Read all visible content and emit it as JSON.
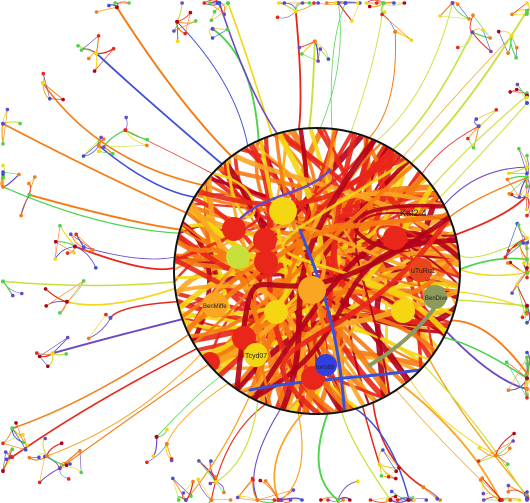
{
  "graph": {
    "lens_labels": [
      "Kat2·4",
      "uTuRu1",
      "BenDive",
      "Ioris88",
      "Tcyd07",
      "BenMiffe"
    ],
    "palette": {
      "red": "#e8261a",
      "dark_red": "#b3001b",
      "orange": "#f57b12",
      "light_orange": "#f9a623",
      "yellow": "#f5d613",
      "yellow_green": "#c8e03a",
      "green": "#4cd34a",
      "blue": "#3d4fd6",
      "purple": "#6c49c2",
      "olive": "#8c9a5b",
      "lens_border": "#111111",
      "lens_fill": "#ffffff"
    }
  }
}
